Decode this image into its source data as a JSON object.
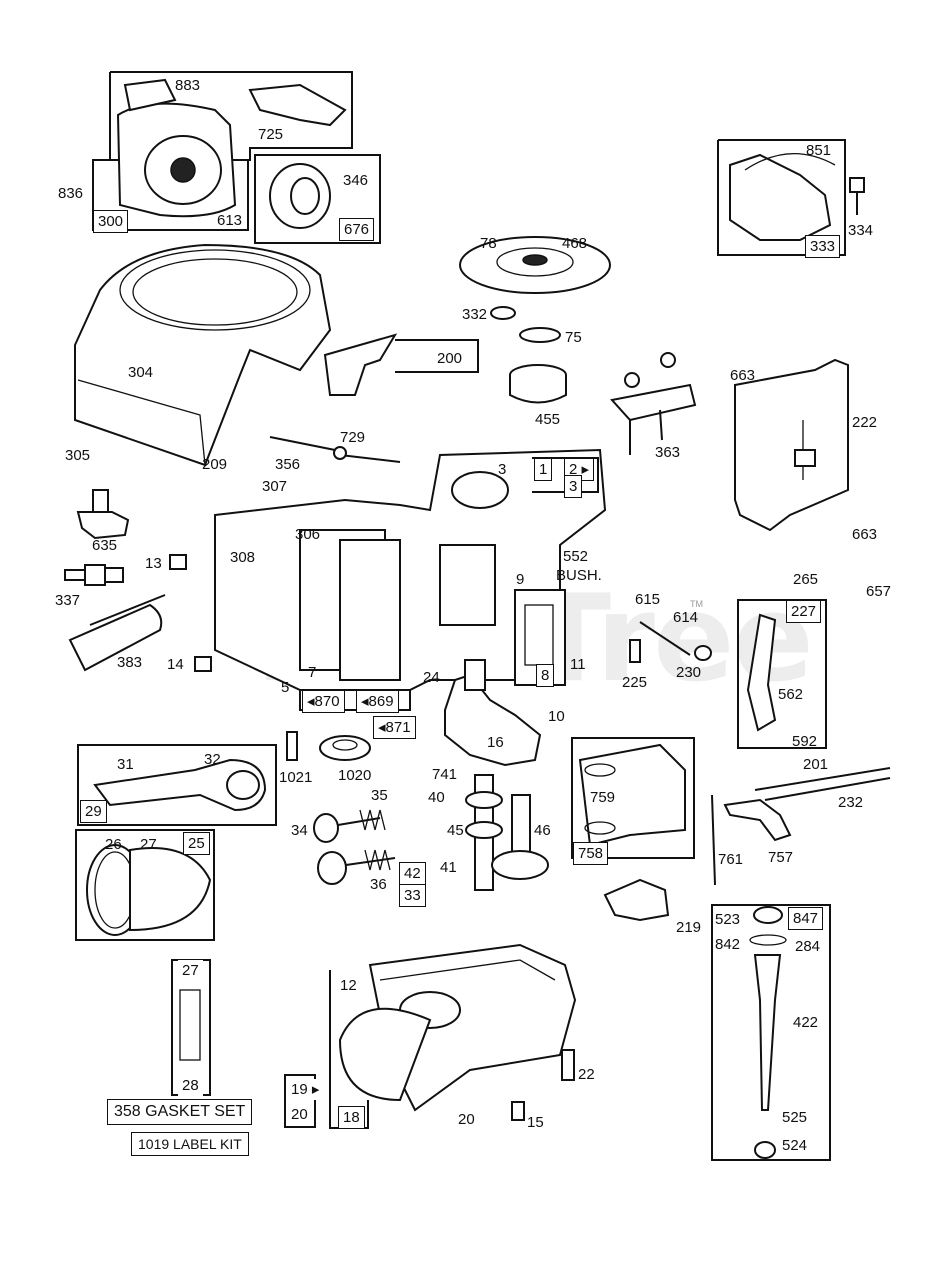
{
  "watermark": "PartTree",
  "trademark": "TM",
  "kits": {
    "gasket_set": "358 GASKET SET",
    "label_kit": "1019 LABEL KIT"
  },
  "callouts": [
    {
      "id": "883",
      "text": "883"
    },
    {
      "id": "725",
      "text": "725"
    },
    {
      "id": "836",
      "text": "836"
    },
    {
      "id": "613",
      "text": "613"
    },
    {
      "id": "346",
      "text": "346"
    },
    {
      "id": "851",
      "text": "851"
    },
    {
      "id": "334",
      "text": "334"
    },
    {
      "id": "78",
      "text": "78"
    },
    {
      "id": "468",
      "text": "468"
    },
    {
      "id": "332",
      "text": "332"
    },
    {
      "id": "75",
      "text": "75"
    },
    {
      "id": "304",
      "text": "304"
    },
    {
      "id": "455",
      "text": "455"
    },
    {
      "id": "363",
      "text": "363"
    },
    {
      "id": "663a",
      "text": "663"
    },
    {
      "id": "222",
      "text": "222"
    },
    {
      "id": "729",
      "text": "729"
    },
    {
      "id": "305",
      "text": "305"
    },
    {
      "id": "209",
      "text": "209"
    },
    {
      "id": "356",
      "text": "356"
    },
    {
      "id": "3a",
      "text": "3"
    },
    {
      "id": "307",
      "text": "307"
    },
    {
      "id": "306",
      "text": "306"
    },
    {
      "id": "635",
      "text": "635"
    },
    {
      "id": "308",
      "text": "308"
    },
    {
      "id": "13",
      "text": "13"
    },
    {
      "id": "337",
      "text": "337"
    },
    {
      "id": "9",
      "text": "9"
    },
    {
      "id": "552",
      "text": "552"
    },
    {
      "id": "bush",
      "text": "BUSH."
    },
    {
      "id": "663b",
      "text": "663"
    },
    {
      "id": "265",
      "text": "265"
    },
    {
      "id": "657",
      "text": "657"
    },
    {
      "id": "615",
      "text": "615"
    },
    {
      "id": "614",
      "text": "614"
    },
    {
      "id": "383",
      "text": "383"
    },
    {
      "id": "14",
      "text": "14"
    },
    {
      "id": "7",
      "text": "7"
    },
    {
      "id": "5",
      "text": "5"
    },
    {
      "id": "24",
      "text": "24"
    },
    {
      "id": "11",
      "text": "11"
    },
    {
      "id": "225",
      "text": "225"
    },
    {
      "id": "230",
      "text": "230"
    },
    {
      "id": "562",
      "text": "562"
    },
    {
      "id": "10",
      "text": "10"
    },
    {
      "id": "592",
      "text": "592"
    },
    {
      "id": "31",
      "text": "31"
    },
    {
      "id": "32",
      "text": "32"
    },
    {
      "id": "1021",
      "text": "1021"
    },
    {
      "id": "1020",
      "text": "1020"
    },
    {
      "id": "16",
      "text": "16"
    },
    {
      "id": "741",
      "text": "741"
    },
    {
      "id": "201",
      "text": "201"
    },
    {
      "id": "232",
      "text": "232"
    },
    {
      "id": "35",
      "text": "35"
    },
    {
      "id": "40",
      "text": "40"
    },
    {
      "id": "759",
      "text": "759"
    },
    {
      "id": "34",
      "text": "34"
    },
    {
      "id": "45",
      "text": "45"
    },
    {
      "id": "46",
      "text": "46"
    },
    {
      "id": "26",
      "text": "26"
    },
    {
      "id": "27a",
      "text": "27"
    },
    {
      "id": "761",
      "text": "761"
    },
    {
      "id": "757",
      "text": "757"
    },
    {
      "id": "36",
      "text": "36"
    },
    {
      "id": "41",
      "text": "41"
    },
    {
      "id": "219",
      "text": "219"
    },
    {
      "id": "523",
      "text": "523"
    },
    {
      "id": "842",
      "text": "842"
    },
    {
      "id": "284",
      "text": "284"
    },
    {
      "id": "12",
      "text": "12"
    },
    {
      "id": "422",
      "text": "422"
    },
    {
      "id": "22",
      "text": "22"
    },
    {
      "id": "20b",
      "text": "20"
    },
    {
      "id": "15",
      "text": "15"
    },
    {
      "id": "525",
      "text": "525"
    },
    {
      "id": "524",
      "text": "524"
    }
  ],
  "boxed": [
    {
      "id": "300",
      "text": "300"
    },
    {
      "id": "676",
      "text": "676"
    },
    {
      "id": "333",
      "text": "333"
    },
    {
      "id": "200",
      "text": "200"
    },
    {
      "id": "1",
      "text": "1"
    },
    {
      "id": "2",
      "text": "2 ▸"
    },
    {
      "id": "3b",
      "text": "3"
    },
    {
      "id": "870",
      "text": "◂870"
    },
    {
      "id": "869",
      "text": "◂869"
    },
    {
      "id": "871",
      "text": "◂871"
    },
    {
      "id": "8",
      "text": "8"
    },
    {
      "id": "227",
      "text": "227"
    },
    {
      "id": "29",
      "text": "29"
    },
    {
      "id": "25",
      "text": "25"
    },
    {
      "id": "758",
      "text": "758"
    },
    {
      "id": "42",
      "text": "42"
    },
    {
      "id": "33",
      "text": "33"
    },
    {
      "id": "847",
      "text": "847"
    },
    {
      "id": "27b",
      "text": "27"
    },
    {
      "id": "28",
      "text": "28"
    },
    {
      "id": "19",
      "text": "19 ▸"
    },
    {
      "id": "20a",
      "text": "20"
    },
    {
      "id": "18",
      "text": "18"
    }
  ]
}
